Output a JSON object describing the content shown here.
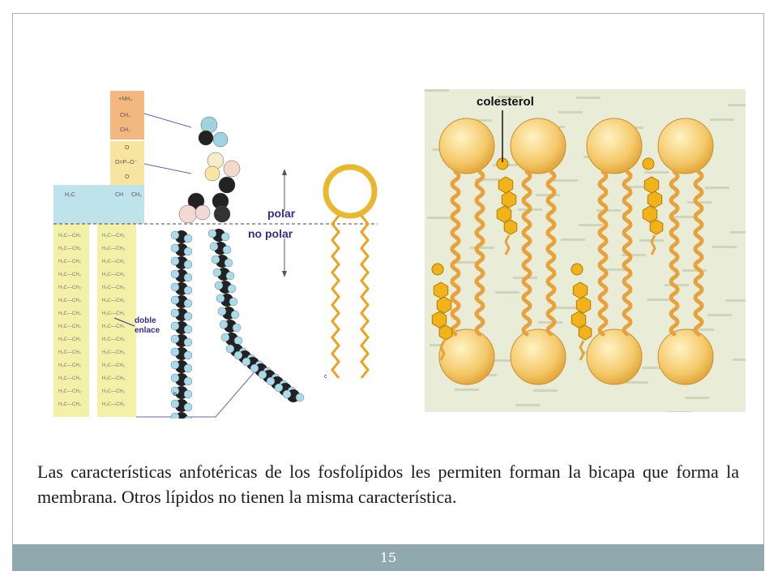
{
  "slide": {
    "body_text": "Las características anfotéricas de los fosfolípidos les permiten forman la bicapa que forma la membrana.  Otros lípidos no tienen la misma característica.",
    "page_number": "15"
  },
  "left_figure": {
    "label_polar": "polar",
    "label_no_polar": "no polar",
    "label_doble": "doble",
    "label_enlace": "enlace",
    "label_b": "b",
    "label_c": "c",
    "formula_head": [
      "+NH₃",
      "CH₂",
      "CH₂",
      "O",
      "O=P–O⁻",
      "O"
    ],
    "formula_glycerol": [
      "H₂C",
      "CH",
      "CH₂"
    ]
  },
  "right_figure": {
    "label_colesterol": "colesterol"
  },
  "colors": {
    "footer": "#8fa9ae",
    "head_orange": "#f2b880",
    "phosphate_yellow": "#f7e4a0",
    "glycerol_blue": "#bfe3ea",
    "tail_yellow": "#f3f0a8",
    "lipid_head": "#f5c96a",
    "cholesterol": "#f2b21a"
  }
}
